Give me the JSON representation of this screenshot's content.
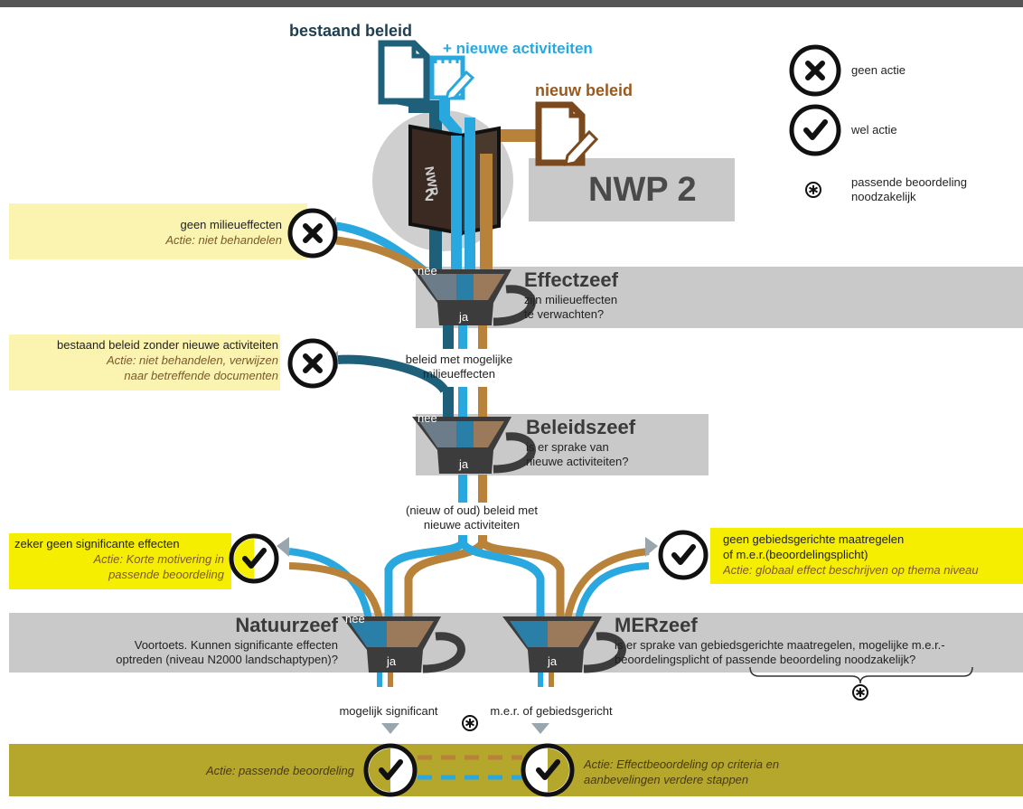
{
  "header": {
    "existing_policy": "bestaand beleid",
    "new_activities": "+ nieuwe activiteiten",
    "new_policy": "nieuw beleid",
    "plan_name": "NWP 2"
  },
  "legend": {
    "no_action": "geen actie",
    "action": "wel actie",
    "assessment_line1": "passende beoordeling",
    "assessment_line2": "noodzakelijk"
  },
  "effect_sieve": {
    "title": "Effectzeef",
    "question_line1": "zijn milieueffecten",
    "question_line2": "te verwachten?",
    "no": "nee",
    "yes": "ja",
    "reject_title": "geen milieueffecten",
    "reject_action": "Actie: niet behandelen",
    "pass_line1": "beleid met mogelijke",
    "pass_line2": "milieueffecten"
  },
  "policy_sieve": {
    "title": "Beleidszeef",
    "question_line1": "is er sprake van",
    "question_line2": "nieuwe activiteiten?",
    "no": "nee",
    "yes": "ja",
    "reject_title": "bestaand beleid zonder nieuwe activiteiten",
    "reject_action_line1": "Actie: niet behandelen, verwijzen",
    "reject_action_line2": "naar betreffende documenten",
    "pass_line1": "(nieuw of oud) beleid met",
    "pass_line2": "nieuwe activiteiten"
  },
  "nature_sieve": {
    "title": "Natuurzeef",
    "question_line1": "Voortoets. Kunnen significante effecten",
    "question_line2": "optreden (niveau N2000 landschaptypen)?",
    "no": "nee",
    "yes": "ja",
    "side_title": "zeker geen significante effecten",
    "side_action_line1": "Actie: Korte motivering in",
    "side_action_line2": "passende beoordeling",
    "outcome": "mogelijk significant",
    "final_action": "Actie: passende beoordeling"
  },
  "mer_sieve": {
    "title": "MERzeef",
    "question_line1": "is er sprake van gebiedsgerichte maatregelen, mogelijke m.e.r.-",
    "question_line2": "beoordelingsplicht of passende beoordeling noodzakelijk?",
    "yes": "ja",
    "side_title_line1": "geen gebiedsgerichte maatregelen",
    "side_title_line2": "of m.e.r.(beoordelingsplicht)",
    "side_action": "Actie: globaal effect beschrijven op thema niveau",
    "outcome": "m.e.r. of gebiedsgericht",
    "final_action_line1": "Actie: Effectbeoordeling op criteria en",
    "final_action_line2": "aanbevelingen verdere stappen"
  },
  "colors": {
    "blue": "#29a8e0",
    "dark_blue": "#1e5f7a",
    "brown": "#b8823a",
    "pale_yellow": "#fbf3b0",
    "bright_yellow": "#f6ee00",
    "olive": "#b5a72c",
    "gray_band": "#c9c9c9",
    "funnel": "#3c3c3c"
  }
}
